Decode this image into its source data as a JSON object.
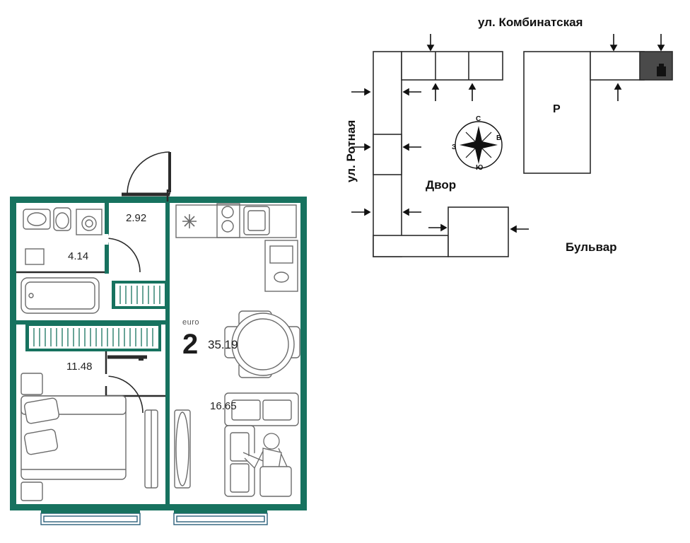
{
  "plan": {
    "rooms_count": "2",
    "total_area": "35.19",
    "euro_tag": "euro",
    "rooms": [
      {
        "name": "hallway",
        "area": "2.92"
      },
      {
        "name": "bathroom",
        "area": "4.14"
      },
      {
        "name": "bedroom",
        "area": "11.48"
      },
      {
        "name": "living-kitchen",
        "area": "16.65"
      }
    ]
  },
  "sitemap": {
    "street_top": "ул. Комбинатская",
    "street_left": "ул. Ротная",
    "yard": "Двор",
    "boulevard": "Бульвар",
    "parking": "Р",
    "compass": {
      "north": "С",
      "south": "Ю",
      "east": "В",
      "west": "З"
    }
  }
}
